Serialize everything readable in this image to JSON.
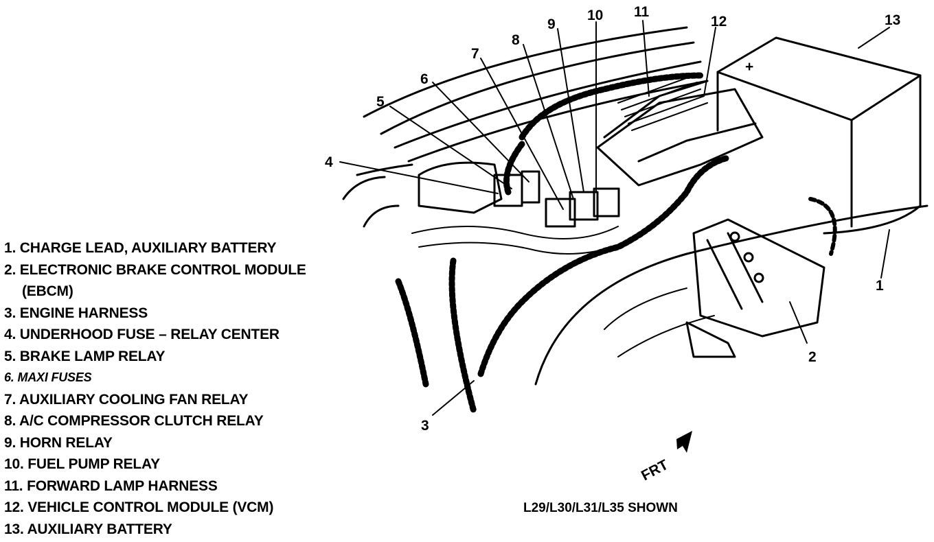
{
  "legend": [
    {
      "num": "1.",
      "text": "CHARGE LEAD, AUXILIARY BATTERY"
    },
    {
      "num": "2.",
      "text": "ELECTRONIC BRAKE CONTROL MODULE",
      "cont": "(EBCM)"
    },
    {
      "num": "3.",
      "text": "ENGINE HARNESS"
    },
    {
      "num": "4.",
      "text": "UNDERHOOD FUSE – RELAY CENTER"
    },
    {
      "num": "5.",
      "text": "BRAKE LAMP RELAY"
    },
    {
      "num": "6.",
      "text": "MAXI FUSES",
      "italic": true
    },
    {
      "num": "7.",
      "text": "AUXILIARY COOLING FAN RELAY"
    },
    {
      "num": "8.",
      "text": "A/C COMPRESSOR CLUTCH RELAY"
    },
    {
      "num": "9.",
      "text": "HORN RELAY"
    },
    {
      "num": "10.",
      "text": "FUEL PUMP RELAY"
    },
    {
      "num": "11.",
      "text": "FORWARD LAMP HARNESS"
    },
    {
      "num": "12.",
      "text": "VEHICLE CONTROL MODULE (VCM)"
    },
    {
      "num": "13.",
      "text": "AUXILIARY BATTERY"
    }
  ],
  "callouts": [
    "1",
    "2",
    "3",
    "4",
    "5",
    "6",
    "7",
    "8",
    "9",
    "10",
    "11",
    "12",
    "13"
  ],
  "direction_label": "FRT",
  "battery_plus": "+",
  "caption": "L29/L30/L31/L35 SHOWN"
}
